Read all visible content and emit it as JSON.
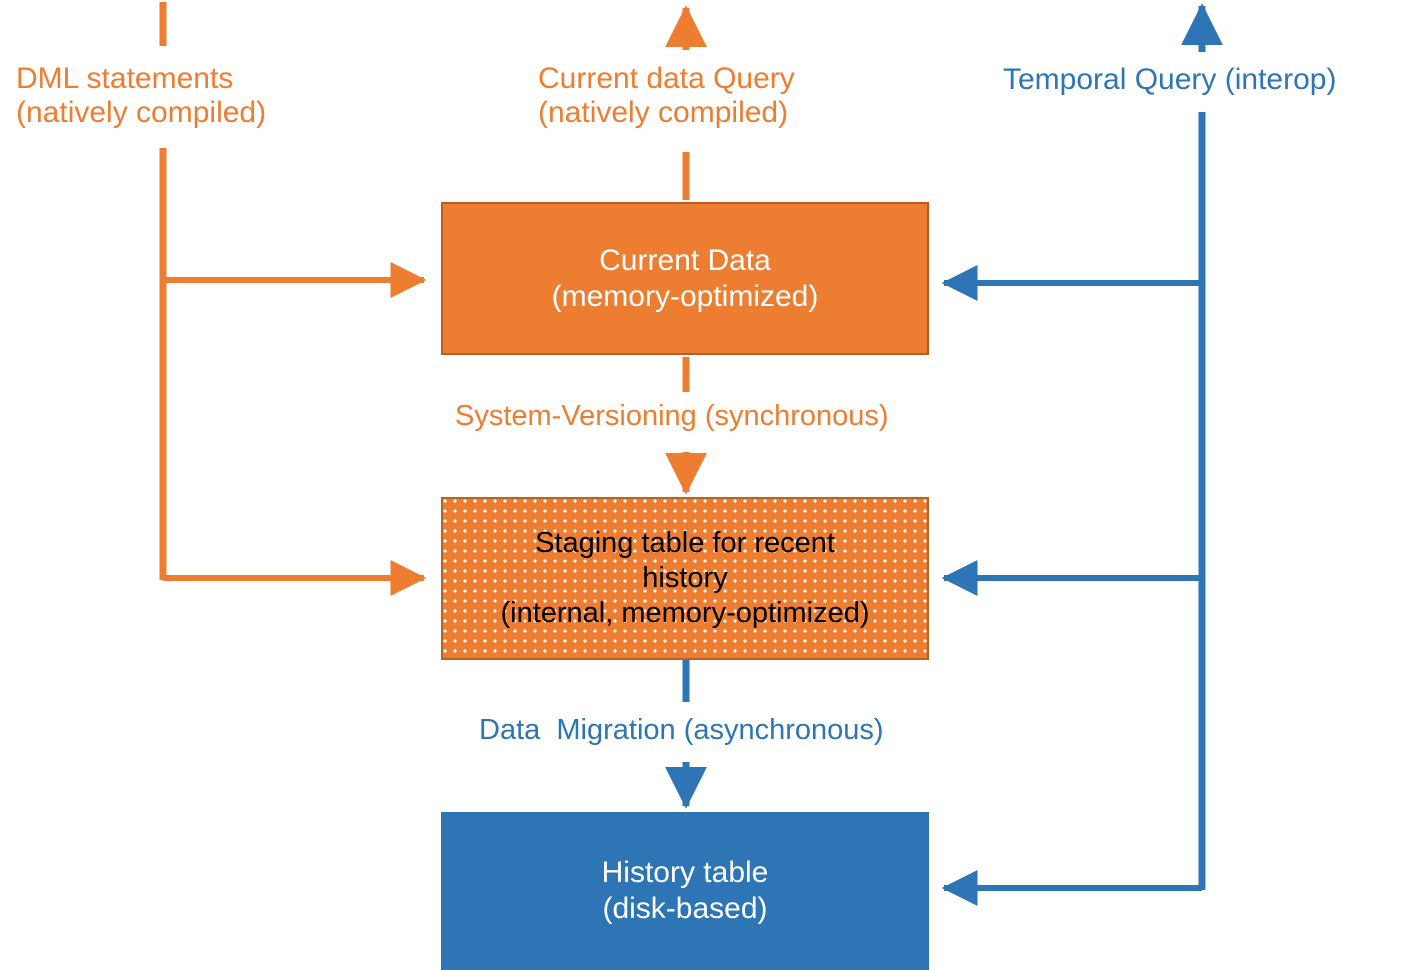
{
  "diagram": {
    "title": "SQL Server memory-optimized temporal table architecture",
    "colors": {
      "orange": "#ED7D31",
      "orange_border": "#C05A20",
      "blue": "#2E75B6",
      "white": "#FFFFFF",
      "black": "#000000"
    }
  },
  "labels": {
    "dml": "DML statements\n(natively compiled)",
    "current_query": "Current data Query\n(natively compiled)",
    "temporal_query": "Temporal Query (interop)",
    "system_versioning": "System-Versioning (synchronous)",
    "data_migration": "Data  Migration (asynchronous)"
  },
  "nodes": {
    "current_data": "Current Data\n(memory-optimized)",
    "staging_table": "Staging table for recent\nhistory\n(internal, memory-optimized)",
    "history_table": "History table\n(disk-based)"
  },
  "edges": [
    {
      "name": "dml-to-current-data",
      "color": "#ED7D31",
      "from": "DML statements",
      "to": "Current Data"
    },
    {
      "name": "dml-to-staging-table",
      "color": "#ED7D31",
      "from": "DML statements",
      "to": "Staging table for recent history"
    },
    {
      "name": "current-data-query-out",
      "color": "#ED7D31",
      "from": "Current Data",
      "to": "Current data Query"
    },
    {
      "name": "current-data-to-staging-table",
      "color": "#ED7D31",
      "from": "Current Data",
      "to": "Staging table for recent history",
      "label": "System-Versioning (synchronous)"
    },
    {
      "name": "staging-table-to-history-table",
      "color": "#2E75B6",
      "from": "Staging table for recent history",
      "to": "History table",
      "label": "Data  Migration (asynchronous)"
    },
    {
      "name": "temporal-query-to-current-data",
      "color": "#2E75B6",
      "from": "Temporal Query (interop)",
      "to": "Current Data"
    },
    {
      "name": "temporal-query-to-staging-table",
      "color": "#2E75B6",
      "from": "Temporal Query (interop)",
      "to": "Staging table for recent history"
    },
    {
      "name": "temporal-query-to-history-table",
      "color": "#2E75B6",
      "from": "Temporal Query (interop)",
      "to": "History table"
    }
  ]
}
